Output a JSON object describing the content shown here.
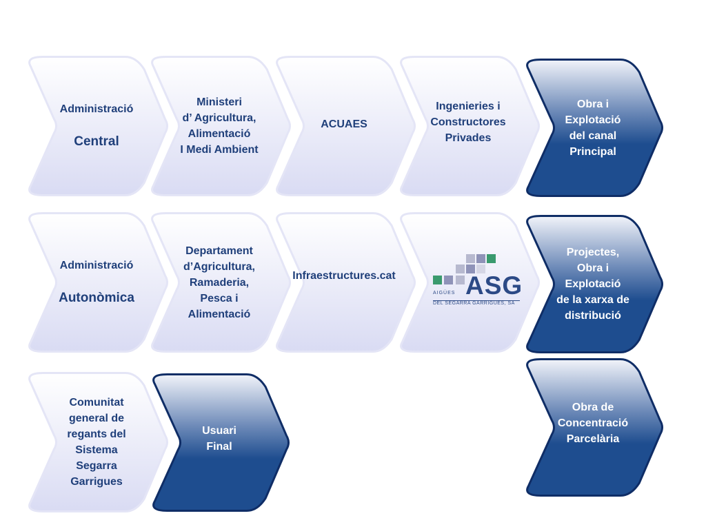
{
  "colors": {
    "light_fill_top": "#ffffff",
    "light_fill_bottom": "#d9dbf3",
    "light_stroke": "#e4e5f6",
    "dark_fill_top": "#ffffff",
    "dark_fill_bottom": "#1e4d8f",
    "dark_stroke": "#0f2d66",
    "light_text": "#1f3f7a",
    "logo_blue": "#2c4a86",
    "logo_green": "#3a9a6e",
    "logo_gray": "#b7b9cf",
    "logo_purple": "#8f93b8"
  },
  "row1": {
    "admin_central": {
      "line1": "Administració",
      "line2": "Central"
    },
    "ministeri": "Ministeri\nd’ Agricultura,\nAlimentació\nI Medi Ambient",
    "acuaes": "ACUAES",
    "ingenieries": "Ingenieries i\nConstructores\nPrivades",
    "obra_canal": "Obra i\nExplotació\ndel canal\nPrincipal"
  },
  "row2": {
    "admin_autonomica": {
      "line1": "Administració",
      "line2": "Autonòmica"
    },
    "departament": "Departament\nd’Agricultura,\nRamaderia,\nPesca i\nAlimentació",
    "infraestructures": "Infraestructures.cat",
    "logo": {
      "brand": "ASG",
      "aigues": "AIGÜES",
      "subtitle": "DEL SEGARRA GARRIGUES, SA"
    },
    "projectes": "Projectes,\nObra i\nExplotació\nde la xarxa de\ndistribució"
  },
  "row3": {
    "comunitat": "Comunitat\ngeneral de\nregants del\nSistema\nSegarra\nGarrigues",
    "usuari": "Usuari\nFinal",
    "concentracio": "Obra de\nConcentració\nParcelària"
  }
}
